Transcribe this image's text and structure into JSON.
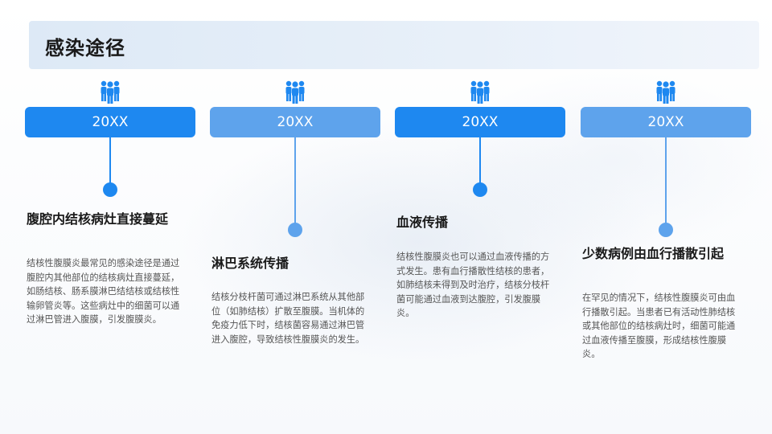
{
  "title": "感染途径",
  "colors": {
    "primary": "#1e88f0",
    "secondary": "#5ea3ec"
  },
  "columns": [
    {
      "year": "20XX",
      "icon": "people-group-icon",
      "heading": "腹腔内结核病灶直接蔓延",
      "body": "结核性腹膜炎最常见的感染途径是通过腹腔内其他部位的结核病灶直接蔓延，如肠结核、肠系膜淋巴结结核或结核性输卵管炎等。这些病灶中的细菌可以通过淋巴管进入腹膜，引发腹膜炎。"
    },
    {
      "year": "20XX",
      "icon": "people-group-icon",
      "heading": "淋巴系统传播",
      "body": "结核分枝杆菌可通过淋巴系统从其他部位（如肺结核）扩散至腹膜。当机体的免疫力低下时，结核菌容易通过淋巴管进入腹腔，导致结核性腹膜炎的发生。"
    },
    {
      "year": "20XX",
      "icon": "people-group-icon",
      "heading": "血液传播",
      "body": "结核性腹膜炎也可以通过血液传播的方式发生。患有血行播散性结核的患者，如肺结核未得到及时治疗，结核分枝杆菌可能通过血液到达腹腔，引发腹膜炎。"
    },
    {
      "year": "20XX",
      "icon": "people-group-icon",
      "heading": "少数病例由血行播散引起",
      "body": "在罕见的情况下，结核性腹膜炎可由血行播散引起。当患者已有活动性肺结核或其他部位的结核病灶时，细菌可能通过血液传播至腹膜，形成结核性腹膜炎。"
    }
  ]
}
